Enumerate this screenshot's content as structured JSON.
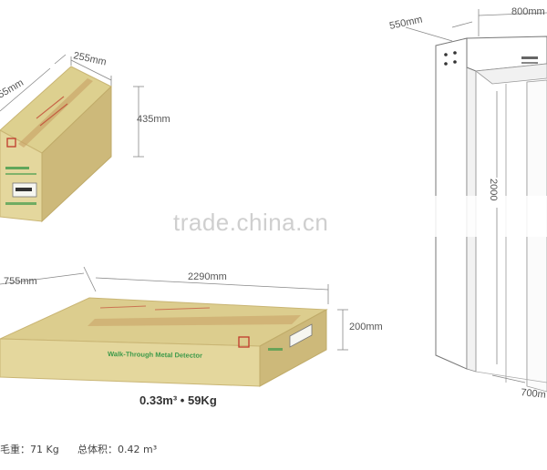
{
  "small_box": {
    "width_label": "255mm",
    "depth_label": "55mm",
    "height_label": "435mm"
  },
  "large_box": {
    "depth_label": "755mm",
    "length_label": "2290mm",
    "height_label": "200mm",
    "side_text": "Walk-Through Metal Detector",
    "caption": "0.33m³ • 59Kg"
  },
  "detector": {
    "depth_label": "550mm",
    "width_label": "800mm",
    "height_label": "2000",
    "base_label": "700m"
  },
  "watermark": "trade.china.cn",
  "footer": {
    "weight": "毛重：71 Kg",
    "volume": "总体积：0.42 m³"
  },
  "colors": {
    "box_front": "#e2d59c",
    "box_top": "#d9c98a",
    "box_side": "#c9b574",
    "tape": "#c8a064",
    "accent_red": "#c0392b",
    "accent_green": "#3e9a4a"
  }
}
